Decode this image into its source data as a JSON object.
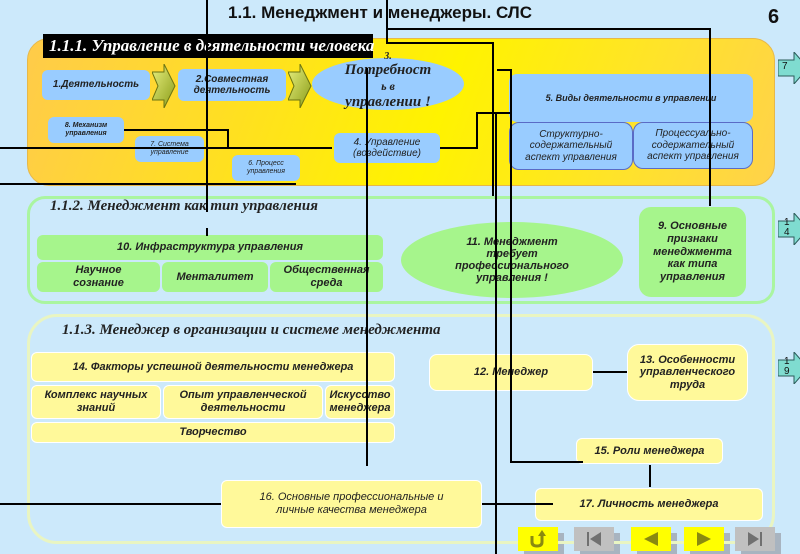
{
  "page": {
    "title": "1.1. Менеджмент и менеджеры. СЛС",
    "page_number": "6"
  },
  "section1": {
    "heading": "1.1.1. Управление в деятельности человека",
    "items": {
      "activity": "1.Деятельность",
      "joint_activity": "2.Совместная деятельность",
      "need": "3. Потребность в управлении !",
      "need_lines": [
        "3.",
        "Потребност",
        "ь в",
        "управлении !"
      ],
      "management": "4. Управление (воздействие)",
      "kinds": "5. Виды деятельности в управлении",
      "structural": "Структурно-содержательный аспект управления",
      "procedural": "Процессуально-содержательный аспект управления",
      "process": "6. Процесс управления",
      "system": "7. Система управление",
      "mechanism": "8. Механизм управления"
    },
    "next_arrow": "7"
  },
  "section2": {
    "heading": "1.1.2. Менеджмент как тип управления",
    "infrastructure": "10. Инфраструктура управления",
    "sub": [
      "Научное сознание",
      "Менталитет",
      "Общественная среда"
    ],
    "requires": "11. Менеджмент требует профессионального управления !",
    "signs": "9. Основные признаки менеджмента как типа управления",
    "next_arrow": "14"
  },
  "section3": {
    "heading": "1.1.3. Менеджер в организации и системе менеджмента",
    "factors": "14. Факторы успешной деятельности менеджера",
    "factor_items": [
      "Комплекс научных знаний",
      "Опыт управленческой деятельности",
      "Искусство менеджера"
    ],
    "creativity": "Творчество",
    "manager": "12. Менеджер",
    "labor": "13. Особенности управленческого труда",
    "roles": "15. Роли менеджера",
    "qualities": "16. Основные профессиональные и личные качества менеджера",
    "personality": "17. Личность менеджера",
    "next_arrow": "19"
  },
  "navigation": {
    "buttons": [
      {
        "name": "return",
        "icon": "return-arrow-icon",
        "enabled": true
      },
      {
        "name": "first",
        "icon": "first-page-icon",
        "enabled": false
      },
      {
        "name": "previous",
        "icon": "previous-icon",
        "enabled": true
      },
      {
        "name": "next",
        "icon": "next-icon",
        "enabled": true
      },
      {
        "name": "last",
        "icon": "last-page-icon",
        "enabled": false
      }
    ]
  },
  "colors": {
    "background": "#cce9fb",
    "section1_fill": "#fff300",
    "blue_box": "#99ccff",
    "green_box": "#a6f58c",
    "yellow_box": "#fff99a",
    "nav_arrow": "#7fdcd0",
    "nav_active": "#ffff00",
    "nav_inactive": "#c0c0c0"
  }
}
